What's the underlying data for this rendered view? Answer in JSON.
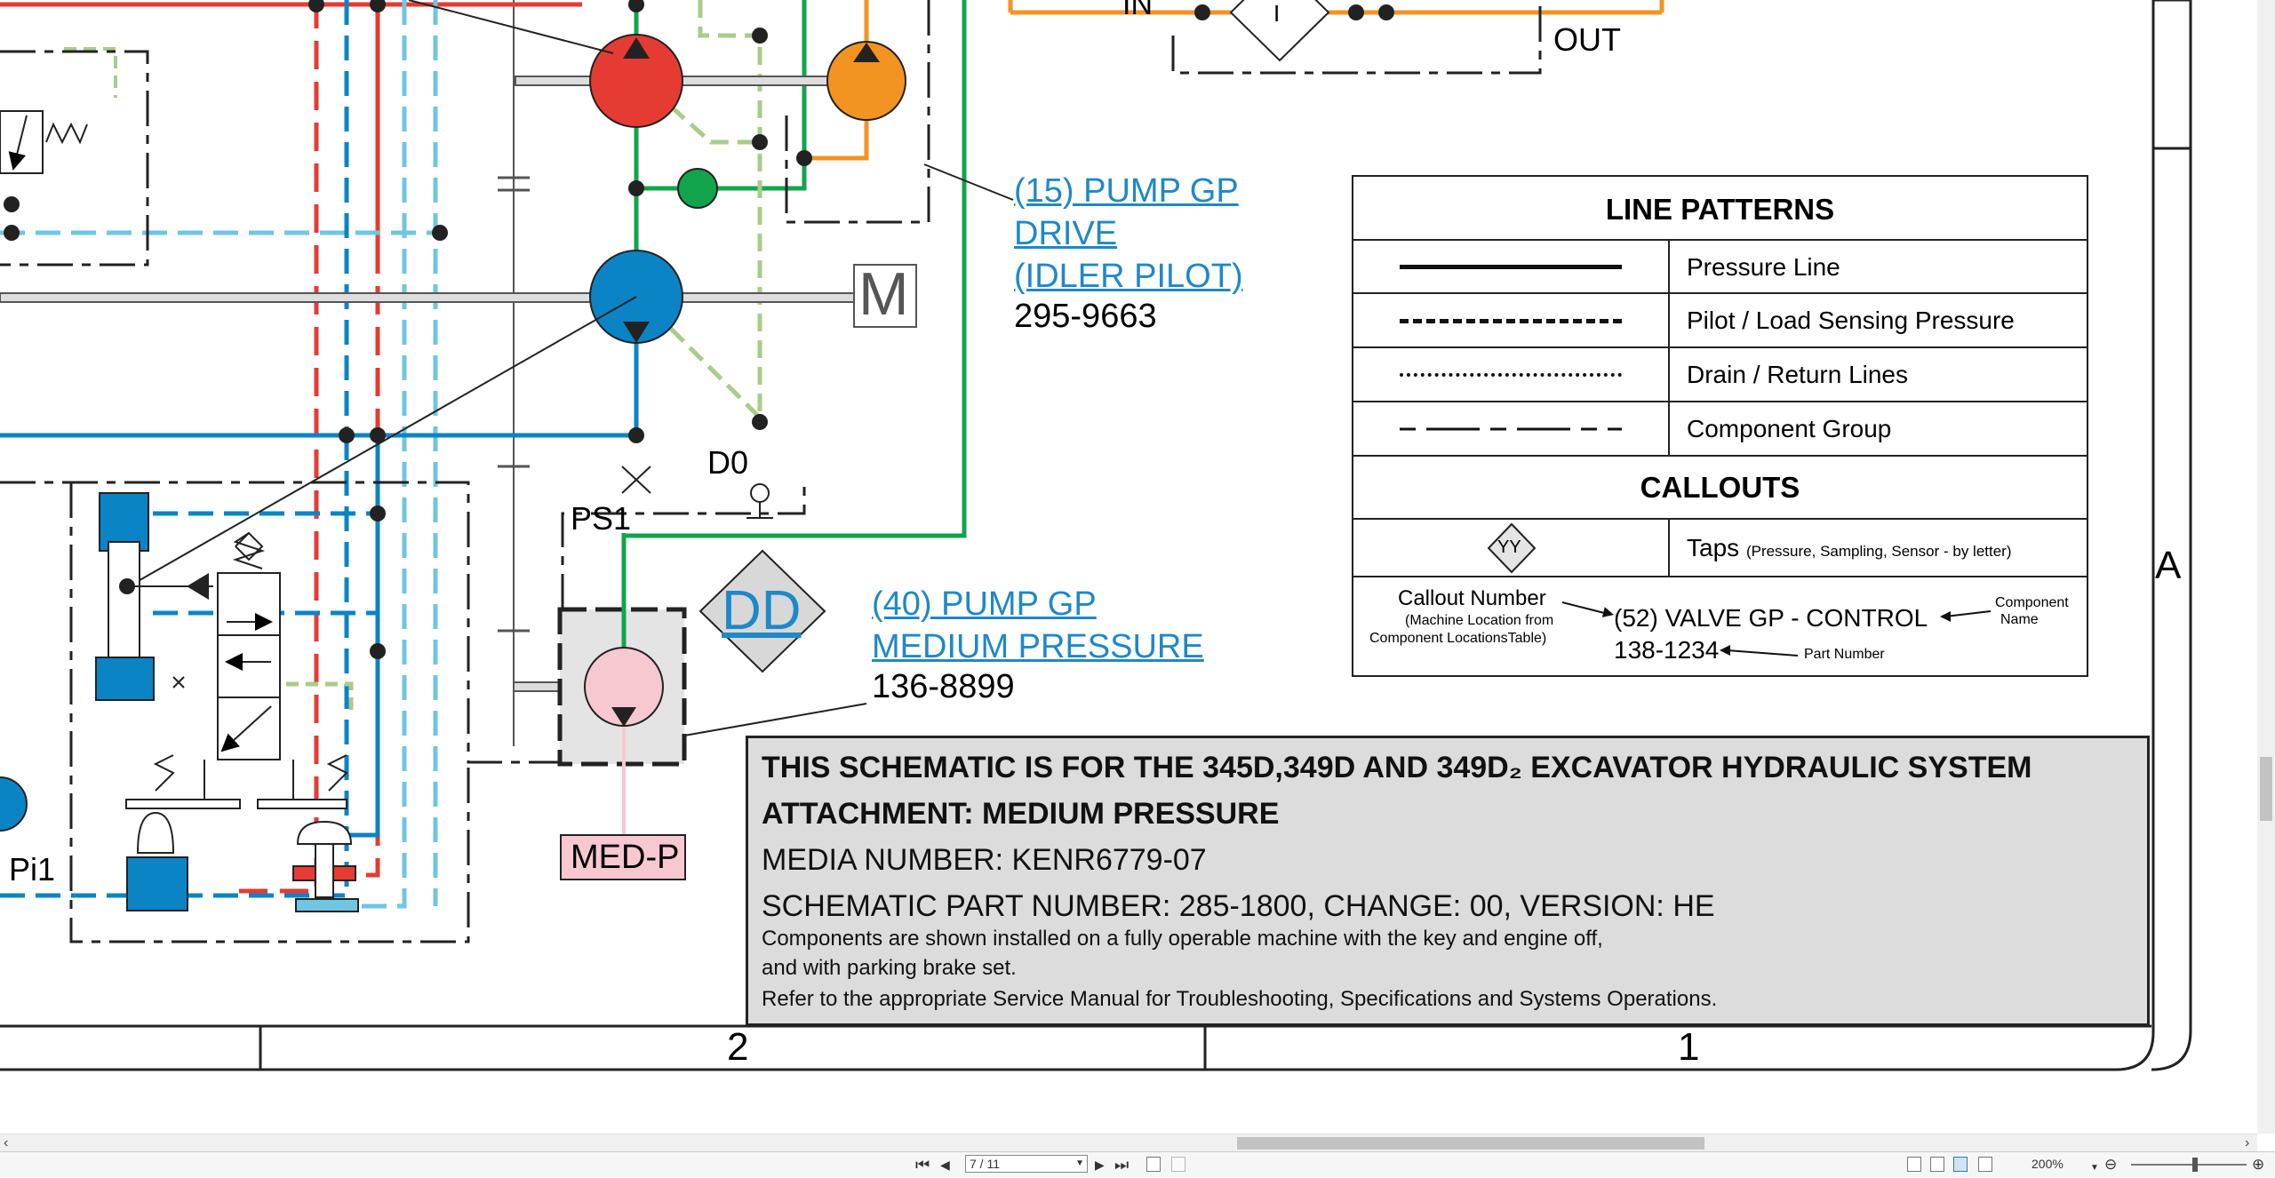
{
  "schematic": {
    "callouts": {
      "pump15_line1": "(15) PUMP GP",
      "pump15_line2": "DRIVE",
      "pump15_line3": "(IDLER PILOT)",
      "pump15_part": "295-9663",
      "pump40_line1": "(40) PUMP GP",
      "pump40_line2": "MEDIUM PRESSURE",
      "pump40_part": "136-8899"
    },
    "labels": {
      "in": "IN",
      "out": "OUT",
      "d0": "D0",
      "ps1": "PS1",
      "pi1": "Pi1",
      "motor": "M",
      "tap_dd": "DD",
      "tap_i": "I",
      "med_p": "MED-P",
      "zone_a": "A",
      "zone_2": "2",
      "zone_1": "1"
    },
    "colors": {
      "red": "#e63b33",
      "orange": "#f39322",
      "blue": "#0b84c6",
      "light_blue": "#6fc6e2",
      "green": "#12a44d",
      "light_green": "#a9cc8a",
      "pink": "#f7c8d0",
      "notes_bg": "#dcdcdc"
    }
  },
  "legend": {
    "title_lines": "LINE PATTERNS",
    "pressure": "Pressure Line",
    "pilot": "Pilot / Load Sensing Pressure",
    "drain": "Drain / Return Lines",
    "component_group": "Component Group",
    "title_callouts": "CALLOUTS",
    "taps": "Taps",
    "taps_note": "(Pressure, Sampling, Sensor - by letter)",
    "tap_symbol": "YY",
    "callout_number": "Callout Number",
    "callout_number_note1": "(Machine Location from",
    "callout_number_note2": "Component LocationsTable)",
    "example_name": "(52) VALVE GP - CONTROL",
    "example_part": "138-1234",
    "component_name_1": "Component",
    "component_name_2": "Name",
    "part_number": "Part Number"
  },
  "notes": {
    "line1": "THIS SCHEMATIC IS FOR THE 345D,349D AND 349D₂ EXCAVATOR HYDRAULIC SYSTEM",
    "line2": "ATTACHMENT: MEDIUM PRESSURE",
    "line3": "MEDIA NUMBER: KENR6779-07",
    "line4": "SCHEMATIC PART NUMBER: 285-1800, CHANGE: 00, VERSION: HE",
    "line5": "Components are shown installed on a fully operable machine with the key and engine off,",
    "line6": "and with parking brake set.",
    "line7": "Refer to the appropriate Service Manual for Troubleshooting, Specifications and Systems Operations."
  },
  "viewer": {
    "page_indicator": "7 / 11",
    "zoom": "200%",
    "first_page": "⏮",
    "prev_page": "◀",
    "next_page": "▶",
    "last_page": "⏭",
    "zoom_out": "⊖",
    "zoom_in": "⊕"
  }
}
